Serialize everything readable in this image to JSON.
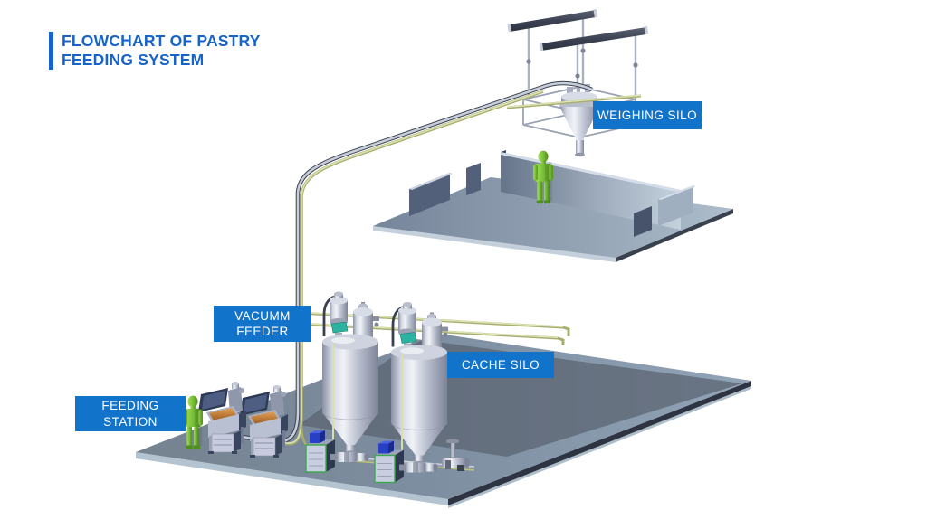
{
  "title": {
    "text": "FLOWCHART OF PASTRY\nFEEDING SYSTEM"
  },
  "labels": {
    "weighing_silo": "WEIGHING SILO",
    "vacuum_feeder": "VACUMM\nFEEDER",
    "cache_silo": "CACHE SILO",
    "feeding_station": "FEEDING\nSTATION"
  },
  "colors": {
    "accent_blue": "#1173C9",
    "title_blue": "#1763C8",
    "label_text": "#FFFFFF",
    "worker_green": "#7CC43C",
    "platform_steel": "#7E8FA2",
    "pipe_yellow": "#D9DFAB",
    "material_orange": "#D2873B"
  }
}
